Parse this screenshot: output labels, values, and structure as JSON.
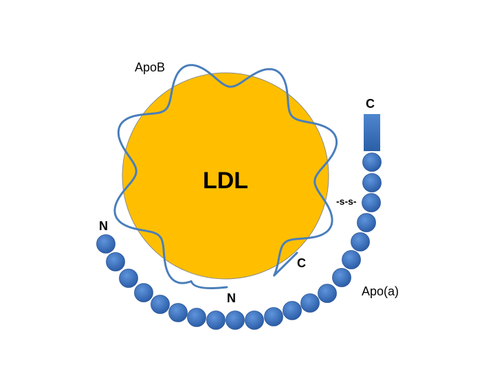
{
  "labels": {
    "ldl": "LDL",
    "apob": "ApoB",
    "apoa": "Apo(a)",
    "disulfide": "-s-s-",
    "apoa_n": "N",
    "apoa_c": "C",
    "apob_n": "N",
    "apob_c": "C"
  },
  "colors": {
    "ldl_fill": "#FFBF00",
    "apob_strand": "#4A7EBB",
    "bead": "#3A6FC0",
    "bead_edge": "#2A5596"
  }
}
